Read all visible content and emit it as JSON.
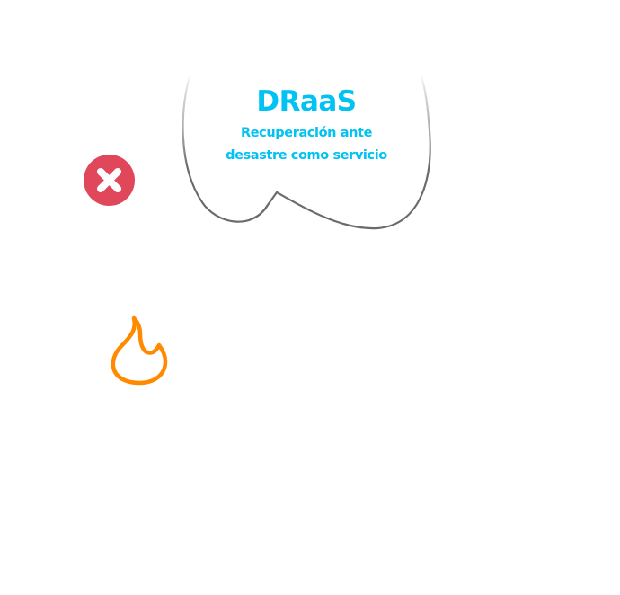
{
  "bubble": {
    "title": "DRaaS",
    "subtitle_line1": "Recuperación ante",
    "subtitle_line2": "desastre como servicio",
    "text_color": "#00c2f3",
    "outline_color": "#6b6b6b"
  },
  "icons": {
    "close": {
      "name": "close-icon",
      "color": "#e0475a"
    },
    "flame": {
      "name": "flame-icon",
      "color": "#ff8a00"
    }
  }
}
